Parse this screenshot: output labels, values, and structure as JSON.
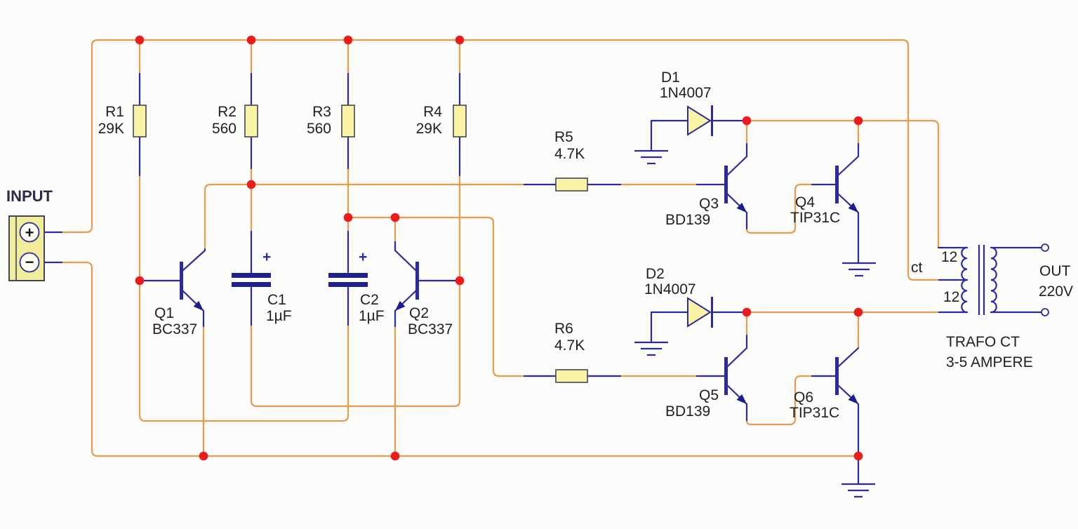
{
  "colors": {
    "wire": "#E89B4C",
    "lead": "#2B2B9B",
    "junction_dot": "#EC1C1C",
    "component_fill": "#F8F4A3",
    "text": "#1F1F1F"
  },
  "input": {
    "label": "INPUT",
    "plus": "+",
    "minus": "−"
  },
  "resistors": [
    {
      "ref": "R1",
      "value": "29K"
    },
    {
      "ref": "R2",
      "value": "560"
    },
    {
      "ref": "R3",
      "value": "560"
    },
    {
      "ref": "R4",
      "value": "29K"
    },
    {
      "ref": "R5",
      "value": "4.7K"
    },
    {
      "ref": "R6",
      "value": "4.7K"
    }
  ],
  "capacitors": [
    {
      "ref": "C1",
      "value": "1µF",
      "polarity": "+"
    },
    {
      "ref": "C2",
      "value": "1µF",
      "polarity": "+"
    }
  ],
  "diodes": [
    {
      "ref": "D1",
      "part": "1N4007"
    },
    {
      "ref": "D2",
      "part": "1N4007"
    }
  ],
  "transistors": [
    {
      "ref": "Q1",
      "part": "BC337"
    },
    {
      "ref": "Q2",
      "part": "BC337"
    },
    {
      "ref": "Q3",
      "part": "BD139"
    },
    {
      "ref": "Q4",
      "part": "TIP31C"
    },
    {
      "ref": "Q5",
      "part": "BD139"
    },
    {
      "ref": "Q6",
      "part": "TIP31C"
    }
  ],
  "transformer": {
    "primary_top_winding": "12",
    "primary_bottom_winding": "12",
    "center_tap": "ct",
    "output_label": "OUT",
    "output_voltage": "220V",
    "name": "TRAFO CT",
    "rating": "3-5 AMPERE"
  }
}
